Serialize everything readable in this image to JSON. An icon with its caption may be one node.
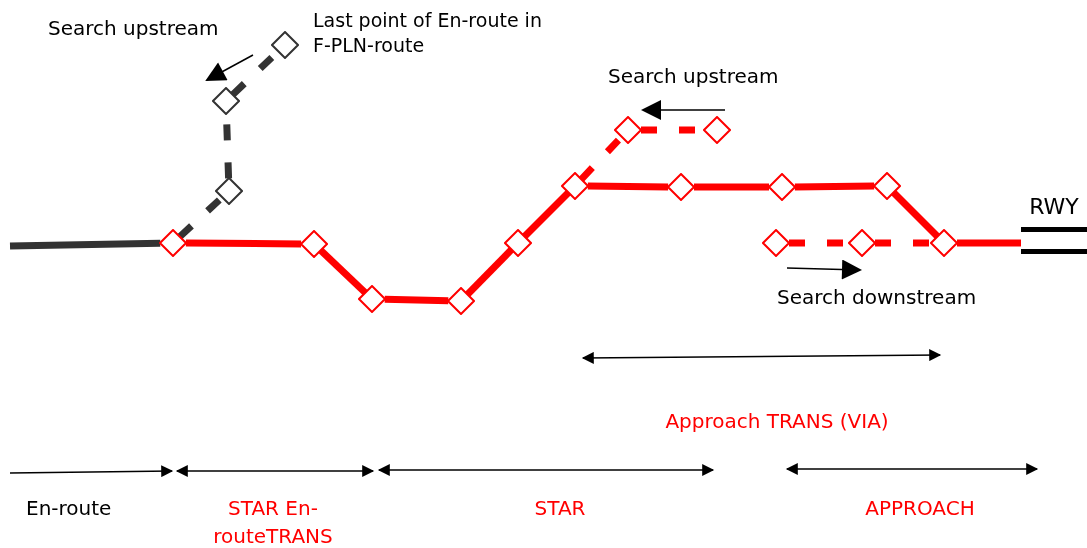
{
  "diagram": {
    "nodes": [
      {
        "text": [],
        "shape": "diamond"
      },
      {
        "text": [],
        "shape": "diamond"
      },
      {
        "text": [],
        "shape": "diamond"
      },
      {
        "text": [],
        "shape": "diamond"
      },
      {
        "text": [],
        "shape": "diamond"
      },
      {
        "text": [],
        "shape": "diamond"
      },
      {
        "text": [],
        "shape": "diamond"
      },
      {
        "text": [],
        "shape": "diamond"
      },
      {
        "text": [],
        "shape": "diamond"
      },
      {
        "text": [],
        "shape": "diamond"
      },
      {
        "text": [],
        "shape": "diamond"
      },
      {
        "text": [],
        "shape": "diamond"
      },
      {
        "text": [],
        "shape": "diamond",
        "beside": [
          "Last point of En-route in F-PLN-route"
        ]
      },
      {
        "text": [],
        "shape": "diamond"
      },
      {
        "text": [],
        "shape": "diamond"
      },
      {
        "text": [],
        "shape": "diamond"
      },
      {
        "text": [],
        "shape": "diamond"
      },
      {
        "text": [
          "RWY"
        ]
      }
    ],
    "edges": [
      {
        "from": null,
        "to": 0,
        "arrow": "none",
        "color": "#333333"
      },
      {
        "from": 0,
        "to": 1,
        "arrow": "none"
      },
      {
        "from": 1,
        "to": 2,
        "arrow": "none"
      },
      {
        "from": 2,
        "to": 3,
        "arrow": "none"
      },
      {
        "from": 3,
        "to": 4,
        "arrow": "none"
      },
      {
        "from": 4,
        "to": 5,
        "arrow": "none"
      },
      {
        "from": 5,
        "to": 6,
        "arrow": "none"
      },
      {
        "from": 6,
        "to": 7,
        "arrow": "none"
      },
      {
        "from": 7,
        "to": 8,
        "arrow": "none"
      },
      {
        "from": 8,
        "to": 9,
        "arrow": "none"
      },
      {
        "from": 9,
        "to": 17,
        "arrow": "none"
      },
      {
        "from": 0,
        "to": 10,
        "arrow": "none",
        "style": "dashed",
        "color": "#333333"
      },
      {
        "from": 10,
        "to": 11,
        "arrow": "none",
        "style": "dashed",
        "color": "#333333"
      },
      {
        "from": 11,
        "to": 12,
        "arrow": "none",
        "style": "dashed",
        "color": "#333333"
      },
      {
        "from": 5,
        "to": 13,
        "arrow": "none",
        "style": "dashed"
      },
      {
        "from": 13,
        "to": 14,
        "arrow": "none",
        "style": "dashed"
      },
      {
        "from": 15,
        "to": 16,
        "arrow": "none",
        "style": "dashed"
      },
      {
        "from": 16,
        "to": 9,
        "arrow": "none",
        "style": "dashed"
      }
    ],
    "labels": [
      "Search upstream",
      "Search upstream",
      "Search downstream",
      "Approach TRANS (VIA)",
      "En-route",
      "STAR En-routeTRANS",
      "STAR",
      "APPROACH"
    ]
  }
}
